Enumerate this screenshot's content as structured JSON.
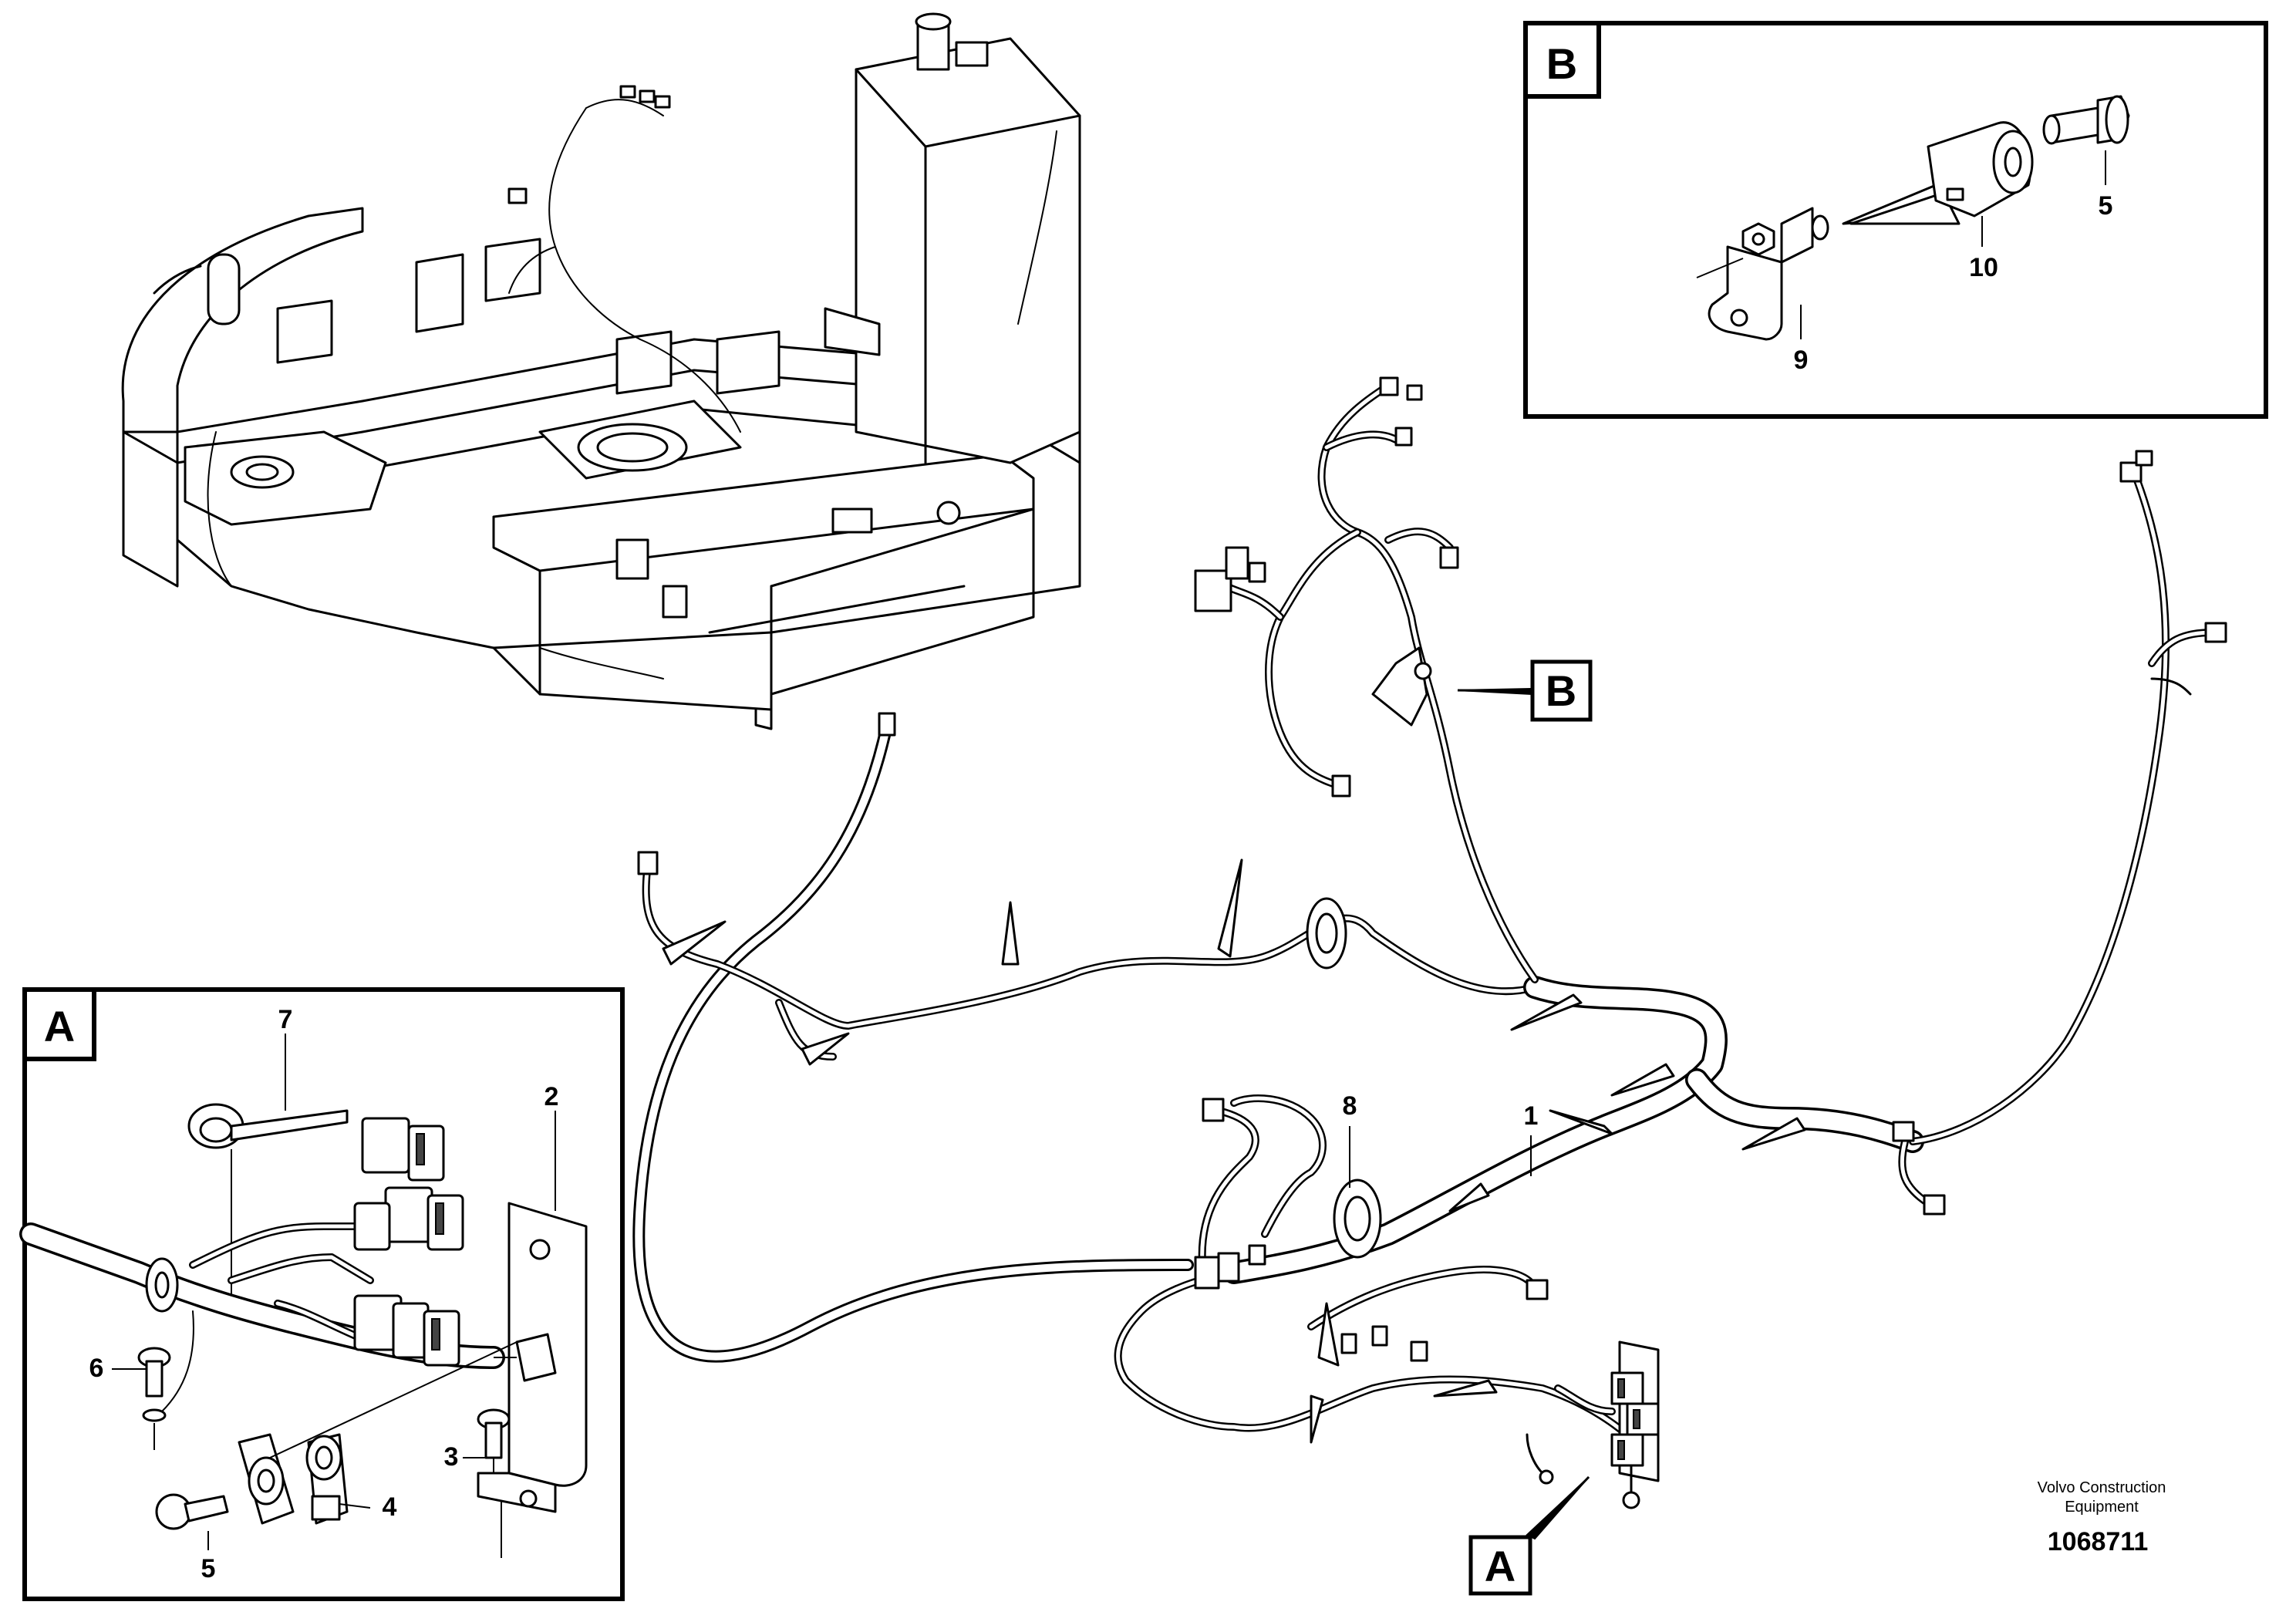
{
  "callouts": {
    "b_main": "B",
    "a_main": "A",
    "detail_b_tag": "B",
    "detail_a_tag": "A"
  },
  "detail_b": {
    "labels": [
      "5",
      "10",
      "9"
    ]
  },
  "detail_a": {
    "labels": [
      "7",
      "2",
      "6",
      "3",
      "4",
      "5"
    ]
  },
  "main_labels": [
    "8",
    "1"
  ],
  "footer": {
    "company_line1": "Volvo Construction",
    "company_line2": "Equipment",
    "drawing_number": "1068711"
  }
}
